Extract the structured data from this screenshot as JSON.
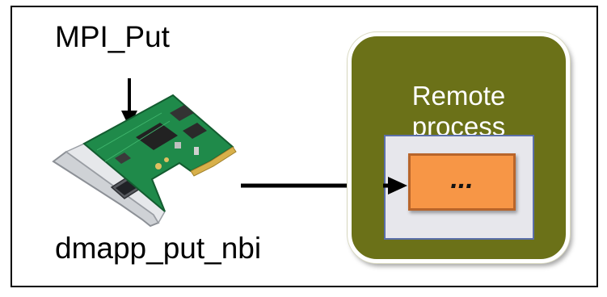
{
  "diagram": {
    "top_call": "MPI_Put",
    "bottom_call": "dmapp_put_nbi",
    "remote": {
      "title": "Remote\nprocess",
      "buffer_text": "..."
    },
    "colors": {
      "remote_process_fill": "#6b7118",
      "memory_fill": "#e7e7ec",
      "memory_border": "#5b6fa8",
      "buffer_fill": "#f79646",
      "buffer_border": "#b9652a",
      "nic_board": "#1f8a4a"
    },
    "icons": [
      "network-card-icon"
    ]
  }
}
